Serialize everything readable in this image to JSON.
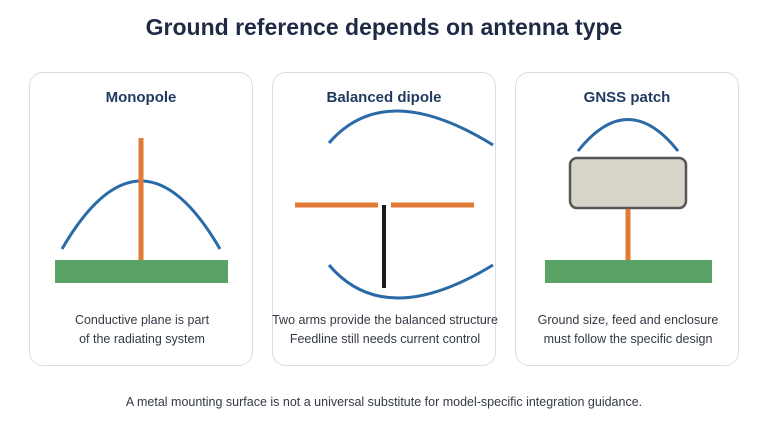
{
  "title": "Ground reference depends on antenna type",
  "cards": [
    {
      "title": "Monopole",
      "caption": [
        "Conductive plane is part",
        "of the radiating system"
      ]
    },
    {
      "title": "Balanced dipole",
      "caption": [
        "Two arms provide the balanced structure",
        "Feedline still needs current control"
      ]
    },
    {
      "title": "GNSS patch",
      "caption": [
        "Ground size, feed and enclosure",
        "must follow the specific design"
      ]
    }
  ],
  "footer": "A metal mounting surface is not a universal substitute for model-specific integration guidance.",
  "colors": {
    "arc": "#2a6aa7",
    "element": "#e07a34",
    "ground": "#5aa366",
    "feed": "#1a1a1a",
    "patch_fill": "#d8d4ca",
    "patch_stroke": "#555555"
  }
}
